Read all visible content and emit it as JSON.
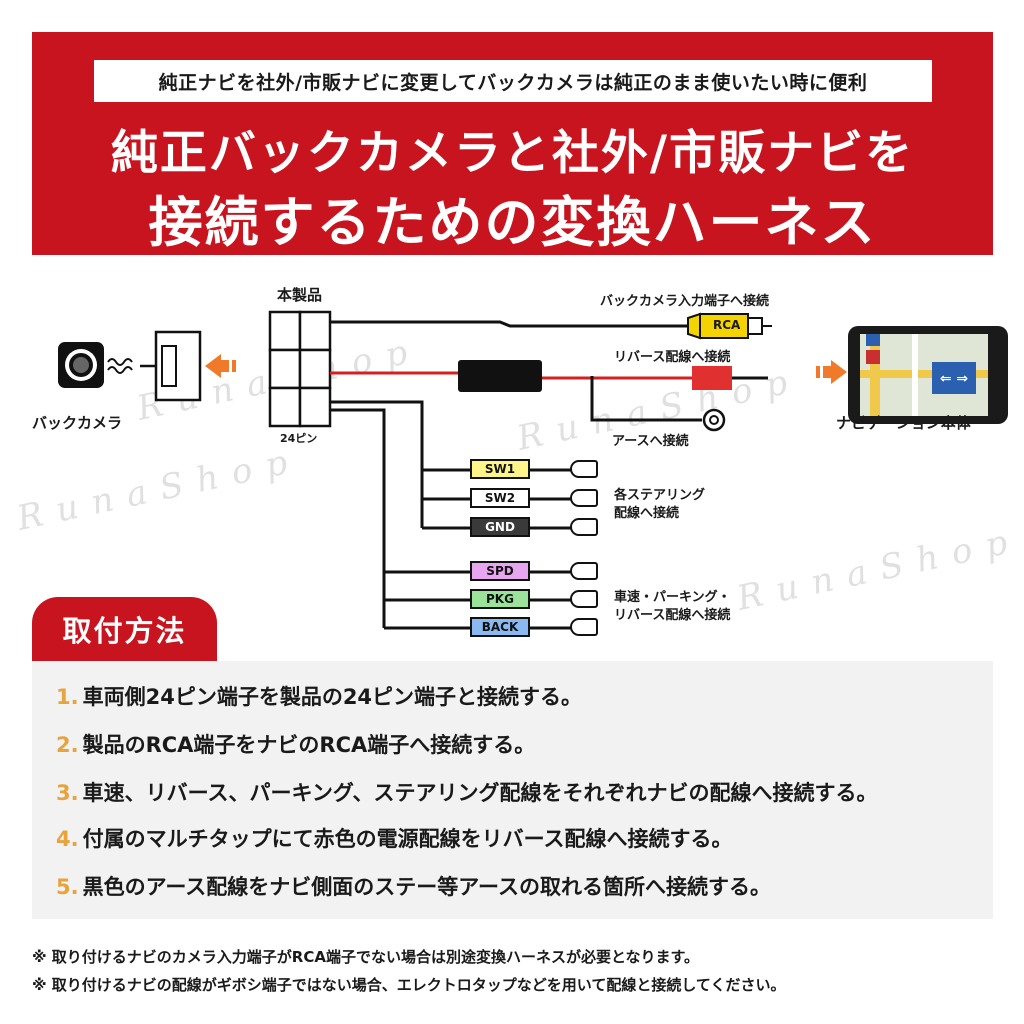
{
  "header": {
    "subtitle": "純正ナビを社外/市販ナビに変更してバックカメラは純正のまま使いたい時に便利",
    "title_line1": "純正バックカメラと社外/市販ナビを",
    "title_line2": "接続するための変換ハーネス"
  },
  "diagram": {
    "product_label": "本製品",
    "pin_label": "24ピン",
    "camera_label": "バックカメラ",
    "navi_label": "ナビゲーション本体",
    "camera_input_label": "バックカメラ入力端子へ接続",
    "rca_tag": "RCA",
    "reverse_label": "リバース配線へ接続",
    "ground_label": "アースへ接続",
    "steering_label_1": "各ステアリング",
    "steering_label_2": "配線へ接続",
    "speed_label_1": "車速・パーキング・",
    "speed_label_2": "リバース配線へ接続",
    "connectors": [
      {
        "tag": "SW1",
        "color": "#fff38a"
      },
      {
        "tag": "SW2",
        "color": "#ffffff"
      },
      {
        "tag": "GND",
        "color": "#3a3a3a"
      },
      {
        "tag": "SPD",
        "color": "#e9a6f0"
      },
      {
        "tag": "PKG",
        "color": "#9be39b"
      },
      {
        "tag": "BACK",
        "color": "#8ab8f0"
      }
    ],
    "watermark": "RunaShop"
  },
  "method": {
    "title": "取付方法",
    "steps": [
      {
        "num": "1.",
        "text": "車両側24ピン端子を製品の24ピン端子と接続する。"
      },
      {
        "num": "2.",
        "text": "製品のRCA端子をナビのRCA端子へ接続する。"
      },
      {
        "num": "3.",
        "text": "車速、リバース、パーキング、ステアリング配線をそれぞれナビの配線へ接続する。"
      },
      {
        "num": "4.",
        "text": "付属のマルチタップにて赤色の電源配線をリバース配線へ接続する。"
      },
      {
        "num": "5.",
        "text": "黒色のアース配線をナビ側面のステー等アースの取れる箇所へ接続する。"
      }
    ]
  },
  "notes": [
    "※ 取り付けるナビのカメラ入力端子がRCA端子でない場合は別途変換ハーネスが必要となります。",
    "※ 取り付けるナビの配線がギボシ端子ではない場合、エレクトロタップなどを用いて配線と接続してください。"
  ],
  "colors": {
    "accent": "#c8141e",
    "step_number": "#e8a33d",
    "arrow": "#f07a2a"
  }
}
